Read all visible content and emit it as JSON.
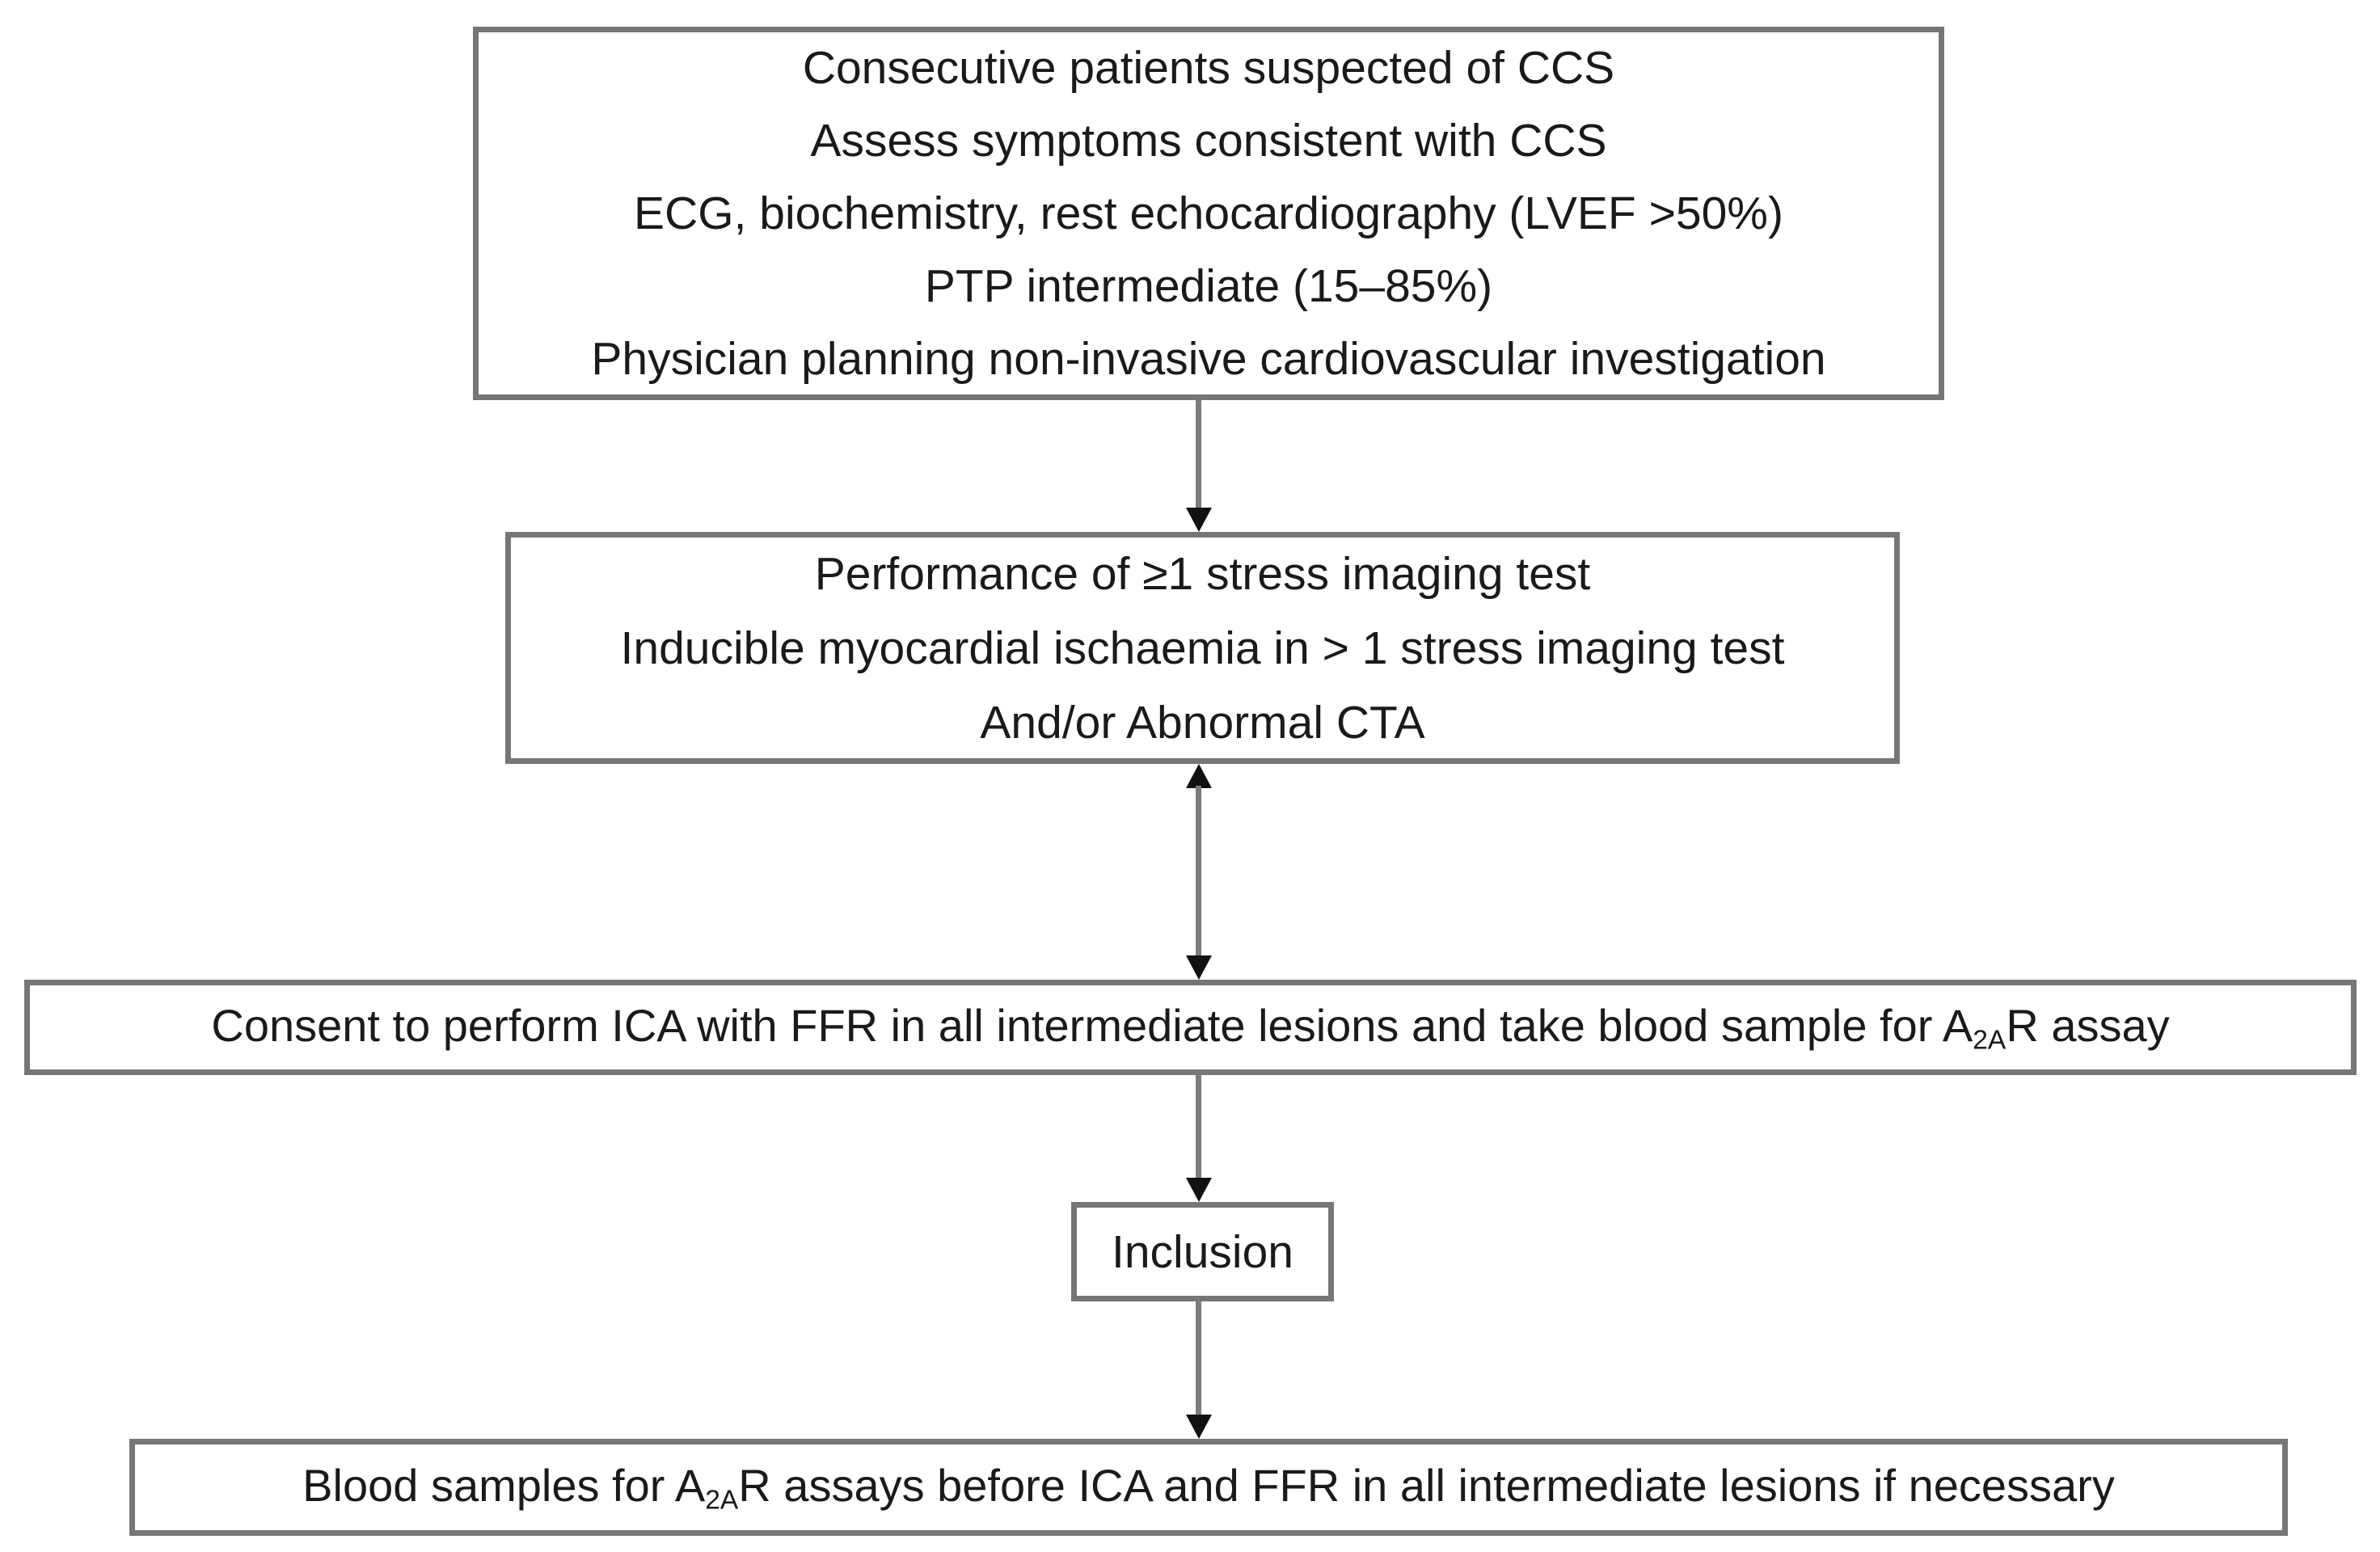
{
  "flowchart": {
    "colors": {
      "background": "#ffffff",
      "box_border": "#767676",
      "text": "#1a1a1a",
      "arrow_line": "#7c7c7c",
      "arrow_head": "#111111"
    },
    "boxes": {
      "screening": {
        "lines": [
          "Consecutive patients suspected of CCS",
          "Assess symptoms consistent with CCS",
          "ECG, biochemistry, rest echocardiography (LVEF >50%)",
          "PTP intermediate (15–85%)",
          "Physician planning non-invasive cardiovascular investigation"
        ]
      },
      "stress": {
        "lines": [
          "Performance of ≥1 stress imaging test",
          "Inducible myocardial ischaemia in > 1 stress imaging test",
          "And/or Abnormal CTA"
        ]
      },
      "consent": {
        "text_before": "Consent to perform ICA with FFR in all intermediate lesions and take blood sample for A",
        "subscript": "2A",
        "text_after": "R assay"
      },
      "inclusion": {
        "label": "Inclusion"
      },
      "blood": {
        "text_before": "Blood samples for A",
        "subscript": "2A",
        "text_after": "R assays before ICA and FFR in all intermediate lesions if necessary"
      }
    }
  }
}
